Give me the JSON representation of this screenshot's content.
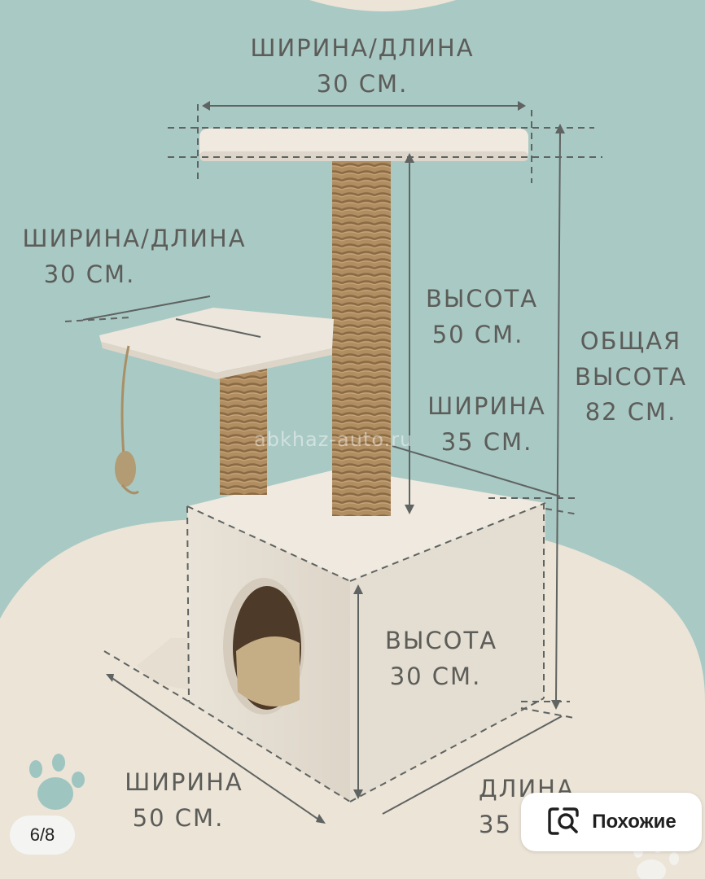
{
  "image": {
    "top_platform_label": "ШИРИНА/ДЛИНА",
    "top_platform_value": "30 СМ.",
    "side_platform_label": "ШИРИНА/ДЛИНА",
    "side_platform_value": "30 СМ.",
    "post_height_label": "ВЫСОТА",
    "post_height_value": "50 СМ.",
    "total_height_label_1": "ОБЩАЯ",
    "total_height_label_2": "ВЫСОТА",
    "total_height_value": "82 СМ.",
    "box_depth_label": "ШИРИНА",
    "box_depth_value": "35 СМ.",
    "box_height_label": "ВЫСОТА",
    "box_height_value": "30 СМ.",
    "box_width_label": "ШИРИНА",
    "box_width_value": "50 СМ.",
    "box_length_label": "ДЛИНА",
    "box_length_value": "35",
    "watermark": "abkhaz-auto.ru"
  },
  "viewer": {
    "counter": "6/8",
    "similar_label": "Похожие",
    "similar_icon": "visual-search-icon"
  },
  "colors": {
    "background": "#a9c9c4",
    "blob": "#ebe4d7",
    "plush": "#e8e1d6",
    "rope": "#b08e62",
    "text": "#5c5c58"
  }
}
